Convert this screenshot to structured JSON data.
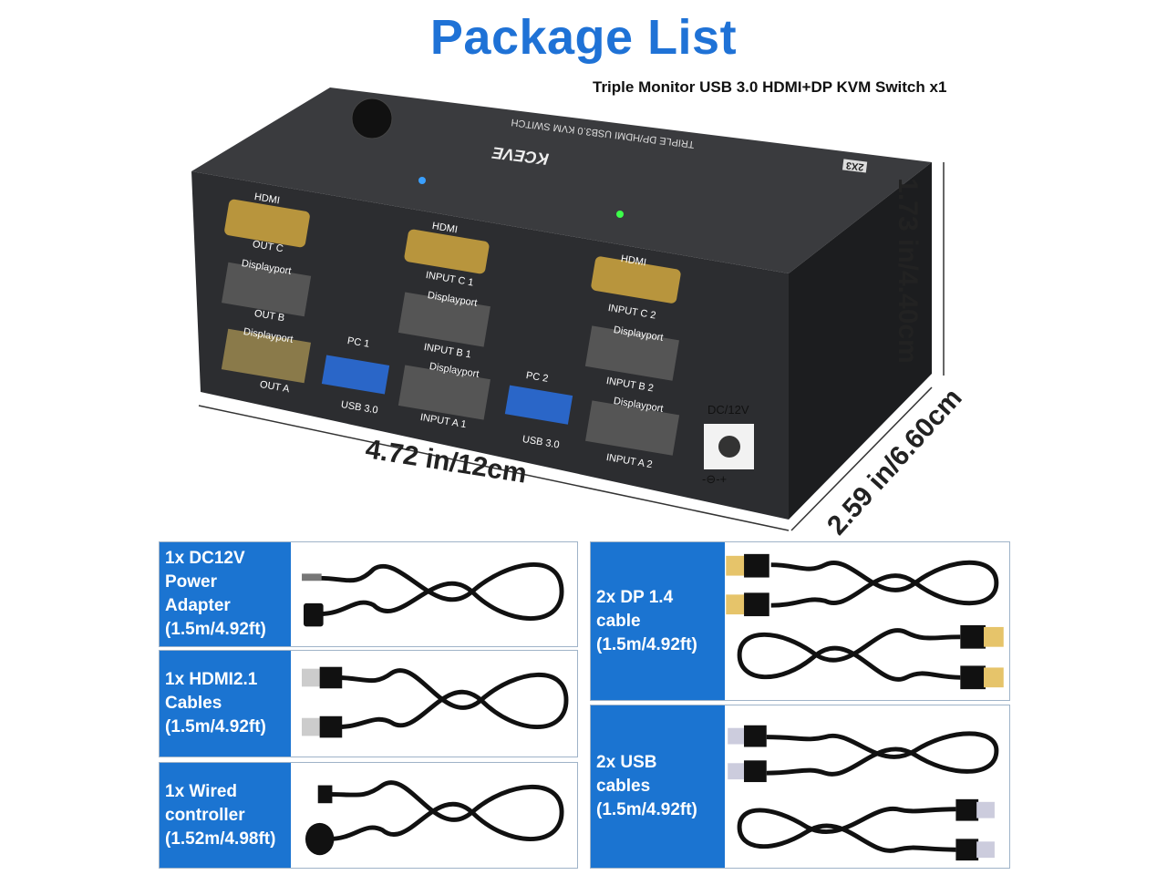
{
  "header": {
    "title": "Package List",
    "subtitle": "Triple Monitor USB 3.0 HDMI+DP  KVM Switch x1"
  },
  "device": {
    "top_text": "TRIPLE DP/HDMI USB3.0 KVM SWITCH",
    "badge": "2X3",
    "brand": "KCEVE",
    "ports": {
      "out_c_type": "HDMI",
      "out_c": "OUT C",
      "out_b_type": "Displayport",
      "out_b": "OUT B",
      "out_a_type": "Displayport",
      "out_a": "OUT A",
      "pc1": "PC 1",
      "usb1": "USB 3.0",
      "in_c1_type": "HDMI",
      "in_c1": "INPUT C 1",
      "in_b1_type": "Displayport",
      "in_b1": "INPUT B 1",
      "in_a1_type": "Displayport",
      "in_a1": "INPUT A 1",
      "pc2": "PC 2",
      "usb2": "USB 3.0",
      "in_c2_type": "HDMI",
      "in_c2": "INPUT C 2",
      "in_b2_type": "Displayport",
      "in_b2": "INPUT B 2",
      "in_a2_type": "Displayport",
      "in_a2": "INPUT A 2",
      "dc": "DC/12V",
      "polarity": "-⊖-+"
    },
    "led_colors": {
      "pc1": "#3aa0ff",
      "pc2": "#3cff4a"
    }
  },
  "dimensions": {
    "width": "4.72 in/12cm",
    "height": "1.73 in/4.40cm",
    "depth": "2.59 in/6.60cm"
  },
  "items": [
    {
      "lines": [
        "1x DC12V",
        "Power",
        "Adapter",
        "(1.5m/4.92ft)"
      ]
    },
    {
      "lines": [
        "1x HDMI2.1",
        "Cables",
        "(1.5m/4.92ft)"
      ]
    },
    {
      "lines": [
        "1x Wired",
        "controller",
        "(1.52m/4.98ft)"
      ]
    },
    {
      "lines": [
        "2x DP 1.4",
        "cable",
        "(1.5m/4.92ft)"
      ]
    },
    {
      "lines": [
        "2x USB",
        "cables",
        "(1.5m/4.92ft)"
      ]
    }
  ],
  "colors": {
    "accent": "#1b74d1",
    "title": "#1f72d6",
    "device": "#2b2c2e"
  }
}
